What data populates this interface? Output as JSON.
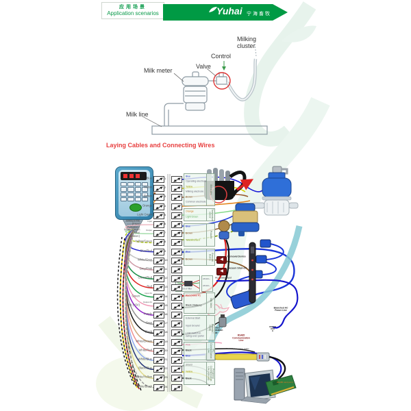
{
  "header": {
    "tag_cn": "应用场景",
    "tag_en": "Application scenarios",
    "brand": "Yuhai",
    "brand_cn": "宁海畜牧"
  },
  "overview": {
    "milking_cluster": "Milking cluster",
    "control": "Control",
    "valve": "Valve",
    "milk_meter": "Milk meter",
    "milk_line": "Milk line"
  },
  "section_title": "Laying Cables and Connecting Wires",
  "wiring": {
    "left_wires": [
      {
        "label": "Blue",
        "color": "#1818d8"
      },
      {
        "label": "Yellow",
        "color": "#d8d200"
      },
      {
        "label": "Brown",
        "color": "#96592c"
      },
      {
        "label": "Orange",
        "color": "#e2821a"
      },
      {
        "label": "Light Green",
        "color": "#86d98a"
      },
      {
        "label": "White/Pink (Front Pulsation)",
        "color": "#eebbc4"
      },
      {
        "label": "White/Green (Rear Pulsation)",
        "color": "#aadfb0"
      },
      {
        "label": "Yellow/Green",
        "color": "#b2c922"
      },
      {
        "label": "Blue/Red",
        "color": "#2020cc"
      },
      {
        "label": "White/Grey",
        "color": "#c4c4c4"
      },
      {
        "label": "Grey/Pink",
        "color": "#cf9aa6"
      },
      {
        "label": "Green/Red",
        "color": "#189048"
      },
      {
        "label": "Red",
        "color": "#e02222"
      },
      {
        "label": "Green",
        "color": "#17a04a"
      },
      {
        "label": "Pink (+5V)",
        "color": "#f099b6"
      },
      {
        "label": "Purple",
        "color": "#9122c8"
      },
      {
        "label": "Grey",
        "color": "#8f8f8f"
      },
      {
        "label": "Black",
        "color": "#1a1a1a"
      },
      {
        "label": "White/Brown",
        "color": "#cfa87e"
      },
      {
        "label": "White/Red",
        "color": "#ef9090"
      },
      {
        "label": "White/Blue",
        "color": "#8fa8ef"
      },
      {
        "label": "Black/Blue",
        "color": "#26357a"
      },
      {
        "label": "White/Yellow",
        "color": "#e0d98a"
      },
      {
        "label": "White/Black",
        "color": "#9a9a9a"
      }
    ],
    "io_labels": [
      "Input",
      "Output",
      "Input #1",
      "Output #1"
    ],
    "right_groups": [
      {
        "side": "Electrodes",
        "entries": [
          {
            "t": "Blue",
            "c": "#2233cc"
          },
          {
            "t": "Operating electrode"
          },
          {
            "t": "Yellow",
            "c": "#a09a00"
          },
          {
            "t": "Milking electrode"
          },
          {
            "t": "Brown",
            "c": "#8a5a2a"
          },
          {
            "t": "Common electrode"
          }
        ]
      },
      {
        "side": "Temperature sensor",
        "entries": [
          {
            "t": "Orange",
            "c": "#d07818"
          },
          {
            "t": "Light Green",
            "c": "#58b058"
          }
        ]
      },
      {
        "side": "Pulsator",
        "entries": [
          {
            "t": "Blue",
            "c": "#2233cc"
          },
          {
            "t": "Brown",
            "c": "#8a5a2a"
          },
          {
            "t": "Yellow/Green",
            "c": "#7a9a00"
          }
        ]
      },
      {
        "side": "Removal Device",
        "entries": [
          {
            "t": "Blue",
            "c": "#2233cc"
          },
          {
            "t": "Brown",
            "c": "#8a5a2a"
          }
        ]
      },
      {
        "side": "Milk Valve",
        "entries": [
          {
            "t": "Red (Valve R)",
            "c": "#cc2222"
          },
          {
            "t": "Black (Valve L)",
            "c": "#222222"
          }
        ]
      },
      {
        "side": "External Inputs",
        "entries": [
          {
            "t": "External Start"
          },
          {
            "t": "Input Ground"
          },
          {
            "t": "Limit Switch in swing-over parlor"
          }
        ]
      },
      {
        "side": "PC Communication Line",
        "entries": [
          {
            "t": "Pink",
            "c": "#d07090"
          },
          {
            "t": "Black",
            "c": "#222222"
          },
          {
            "t": "Blue",
            "c": "#2233cc"
          }
        ]
      },
      {
        "side": "Peripheral Communication Line (optional)",
        "entries": [
          {
            "t": "Shield",
            "c": "#777777"
          },
          {
            "t": "Yellow",
            "c": "#a09a00"
          },
          {
            "t": "Black",
            "c": "#222222"
          }
        ]
      }
    ],
    "filter": {
      "label": "Filter",
      "caption": "AC end of filter",
      "power": "24VAC~",
      "power2": "24VAC~",
      "ac_input": "AC power input"
    },
    "annotations": {
      "removal_device": "Removal Device",
      "vacuum_shutoff": "Vacuum Shut-off",
      "branched_ac": "Branched AC Power Line",
      "branched_comm": "Branched Communication Cable",
      "rs485": "RS485 Communication Line",
      "extension": "TILCOR Extension Cable",
      "card": "RS485 card port 2"
    }
  }
}
